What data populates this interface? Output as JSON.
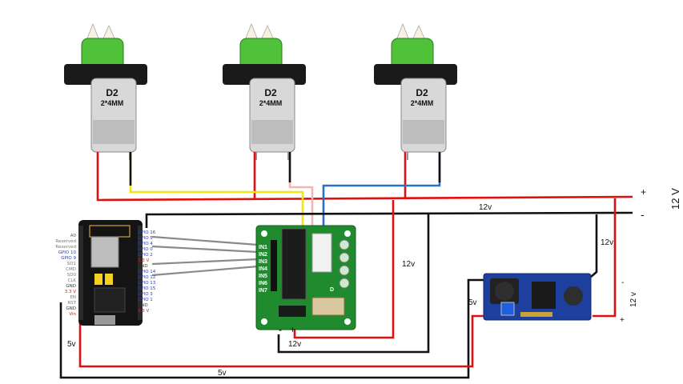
{
  "colors": {
    "red_wire": "#e01010",
    "black_wire": "#111111",
    "yellow_wire": "#f5e31a",
    "blue_wire": "#2a6fc9",
    "pink_wire": "#f2b5b5",
    "gray_wire": "#8a8a8a",
    "pcb_green": "#1f8a2e",
    "pcb_blue": "#1d3f9e",
    "pump_green": "#4fc23a"
  },
  "pumps": [
    {
      "model": "D2",
      "size": "2*4MM"
    },
    {
      "model": "D2",
      "size": "2*4MM"
    },
    {
      "model": "D2",
      "size": "2*4MM"
    }
  ],
  "esp_board": {
    "left_pins": [
      "A0",
      "Reserved",
      "Reserved",
      "GPIO 10",
      "GPIO 9",
      "SD1",
      "CMD",
      "SD0",
      "CLK",
      "GND",
      "3.3 V",
      "EN",
      "RST",
      "GND",
      "Vin"
    ],
    "right_pins": [
      "GPIO 16",
      "GPIO 5",
      "GPIO 4",
      "GPIO 0",
      "GPIO 2",
      "3.3 V",
      "GND",
      "GPIO 14",
      "GPIO 12",
      "GPIO 13",
      "GPIO 15",
      "GPIO 3",
      "GPIO 1",
      "GND",
      "3.3 V"
    ]
  },
  "driver_board": {
    "inputs": [
      "IN1",
      "IN2",
      "IN3",
      "IN4",
      "IN5",
      "IN6",
      "IN7"
    ],
    "d_label": "D",
    "minus_label": "-",
    "plus_label": "+"
  },
  "labels": {
    "supply_voltage": "12 V",
    "plus": "+",
    "minus": "-",
    "rail_12v_top": "12v",
    "wire_12v_driver": "12v",
    "wire_12v_buck": "12v",
    "wire_12v_right": "12 v",
    "wire_12v_bottom": "12v",
    "wire_5v_buck": "5v",
    "wire_5v_left": "5v",
    "wire_5v_bottom": "5v",
    "buck_minus": "-",
    "buck_plus": "+"
  }
}
